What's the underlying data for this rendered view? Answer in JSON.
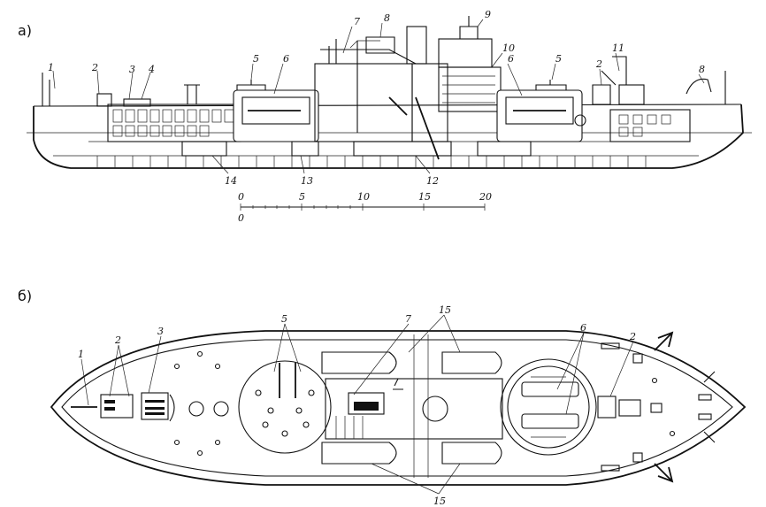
{
  "sections": {
    "side_view": "а)",
    "top_view": "б)"
  },
  "side_labels": {
    "n1": "1",
    "n2": "2",
    "n3": "3",
    "n4": "4",
    "n5a": "5",
    "n6a": "6",
    "n7": "7",
    "n8a": "8",
    "n9": "9",
    "n10": "10",
    "n6b": "6",
    "n5b": "5",
    "n2b": "2",
    "n11": "11",
    "n8b": "8",
    "n14": "14",
    "n13": "13",
    "n12": "12"
  },
  "scale": {
    "t0": "0",
    "t5": "5",
    "t10": "10",
    "t15": "15",
    "t20": "20",
    "b0": "0"
  },
  "top_labels": {
    "n1": "1",
    "n2a": "2",
    "n3": "3",
    "n5": "5",
    "n7": "7",
    "n15top": "15",
    "n6": "6",
    "n2b": "2",
    "n15bot": "15"
  }
}
